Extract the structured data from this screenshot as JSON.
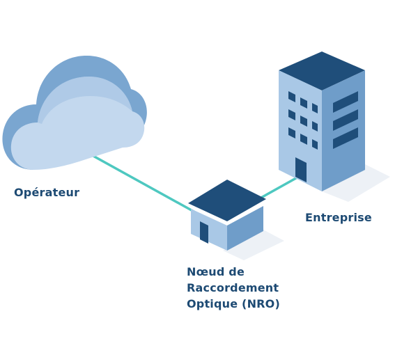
{
  "nodes": {
    "operateur": {
      "label": "Opérateur",
      "icon": "cloud-icon"
    },
    "entreprise": {
      "label": "Entreprise",
      "icon": "office-building-icon"
    },
    "nro": {
      "label_lines": [
        "Nœud de",
        "Raccordement",
        "Optique (NRO)"
      ],
      "icon": "small-building-icon"
    }
  },
  "colors": {
    "label_text": "#1d4a73",
    "link_line": "#4ec8c0",
    "roof_dark": "#1f4e7a",
    "front_mid": "#a9c8e6",
    "side_dark": "#6f9dc9",
    "cloud_light": "#c3d8ee",
    "cloud_side": "#7aa6d0",
    "shadow": "#edf1f6"
  }
}
